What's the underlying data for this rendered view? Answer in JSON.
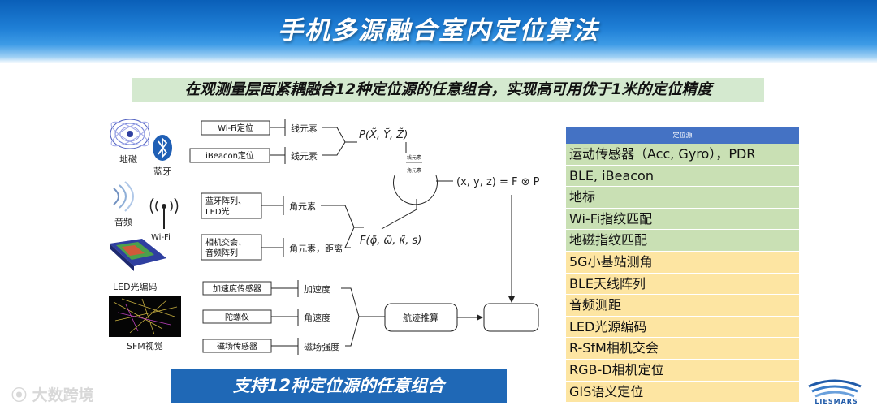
{
  "title": "手机多源融合室内定位算法",
  "subtitle": "在观测量层面紧耦融合12种定位源的任意组合，实现高可用优于1米的定位精度",
  "bottom_banner": "支持12种定位源的任意组合",
  "sources": {
    "geomagnetic": "地磁",
    "bluetooth": "蓝牙",
    "audio": "音频",
    "wifi": "Wi-Fi",
    "led": "LED光编码",
    "sfm": "SFM视觉"
  },
  "input_boxes": {
    "wifi": "Wi-Fi定位",
    "ibeacon": "iBeacon定位",
    "bt_array": [
      "蓝牙阵列、",
      "LED光"
    ],
    "camera": [
      "相机交会、",
      "音频阵列"
    ],
    "accel": "加速度传感器",
    "gyro": "陀螺仪",
    "mag": "磁场传感器"
  },
  "element_labels": {
    "line1": "线元素",
    "line2": "线元素",
    "angle1": "角元素",
    "angle2": "角元素，距离",
    "accel": "加速度",
    "angular": "角速度",
    "magfield": "磁场强度"
  },
  "formulas": {
    "p_func": "P(X̃, Ỹ, Z̃)",
    "f_func": "F(φ̃, ω̃, κ̃, s)",
    "result": "(x, y, z) = F ⊗ P",
    "mini_top": "线元素",
    "mini_bottom": "角元素"
  },
  "dead_reckoning": "航迹推算",
  "table": {
    "header": "定位源",
    "rows": [
      {
        "label": "运动传感器（Acc, Gyro），PDR",
        "group": "green"
      },
      {
        "label": "BLE, iBeacon",
        "group": "green"
      },
      {
        "label": "地标",
        "group": "green"
      },
      {
        "label": "Wi-Fi指纹匹配",
        "group": "green"
      },
      {
        "label": "地磁指纹匹配",
        "group": "green"
      },
      {
        "label": "5G小基站测角",
        "group": "yellow"
      },
      {
        "label": "BLE天线阵列",
        "group": "yellow"
      },
      {
        "label": "音频测距",
        "group": "yellow"
      },
      {
        "label": "LED光源编码",
        "group": "yellow"
      },
      {
        "label": "R-SfM相机交会",
        "group": "yellow"
      },
      {
        "label": "RGB-D相机定位",
        "group": "yellow"
      },
      {
        "label": "GIS语义定位",
        "group": "yellow"
      }
    ]
  },
  "watermark": "大数跨境",
  "logo_text": "LIESMARS",
  "colors": {
    "header_blue": "#1f7fd6",
    "subtitle_green": "#d4e9cf",
    "banner_blue": "#1f68b6",
    "table_header": "#4472c4",
    "row_green": "#c9e0b4",
    "row_yellow": "#fde5a2"
  }
}
